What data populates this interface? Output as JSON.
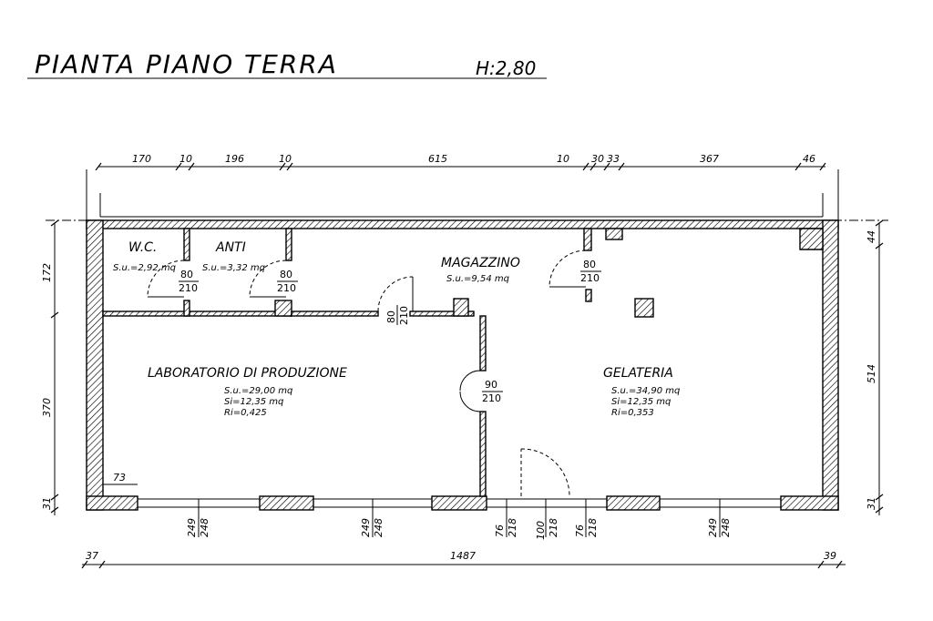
{
  "title": "PIANTA PIANO TERRA",
  "height_label": "H:2,80",
  "rooms": {
    "wc": {
      "name": "W.C.",
      "su": "S.u.=2,92 mq"
    },
    "anti": {
      "name": "ANTI",
      "su": "S.u.=3,32 mq"
    },
    "magazzino": {
      "name": "MAGAZZINO",
      "su": "S.u.=9,54 mq"
    },
    "laboratorio": {
      "name": "LABORATORIO DI PRODUZIONE",
      "su": "S.u.=29,00 mq",
      "si": "Si=12,35 mq",
      "ri": "Ri=0,425"
    },
    "gelateria": {
      "name": "GELATERIA",
      "su": "S.u.=34,90 mq",
      "si": "Si=12,35 mq",
      "ri": "Ri=0,353"
    }
  },
  "doors": [
    {
      "w": "80",
      "h": "210"
    },
    {
      "w": "80",
      "h": "210"
    },
    {
      "w": "80",
      "h": "210"
    },
    {
      "w": "80",
      "h": "210"
    },
    {
      "w": "90",
      "h": "210"
    }
  ],
  "top_dims": [
    "170",
    "10",
    "196",
    "10",
    "615",
    "10",
    "30",
    "33",
    "367",
    "46"
  ],
  "left_dims": [
    "172",
    "370",
    "31"
  ],
  "right_dims": [
    "44",
    "514",
    "31"
  ],
  "bottom_dims": [
    "37",
    "1487",
    "39"
  ],
  "window_dims": [
    {
      "a": "249",
      "b": "248"
    },
    {
      "a": "249",
      "b": "248"
    },
    {
      "a": "76",
      "b": "218"
    },
    {
      "a": "100",
      "b": "218"
    },
    {
      "a": "76",
      "b": "218"
    },
    {
      "a": "249",
      "b": "248"
    }
  ],
  "misc_dim": "73"
}
